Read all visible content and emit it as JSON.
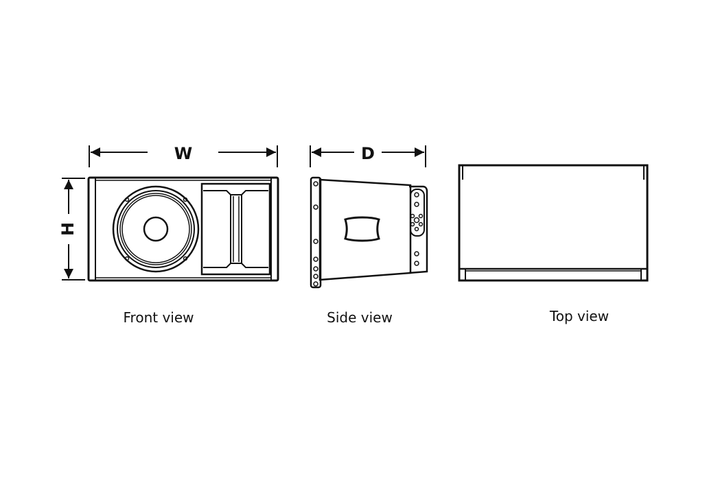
{
  "dimensions": {
    "width_label": "W",
    "depth_label": "D",
    "height_label": "H"
  },
  "views": {
    "front": "Front view",
    "side": "Side view",
    "top": "Top view"
  }
}
